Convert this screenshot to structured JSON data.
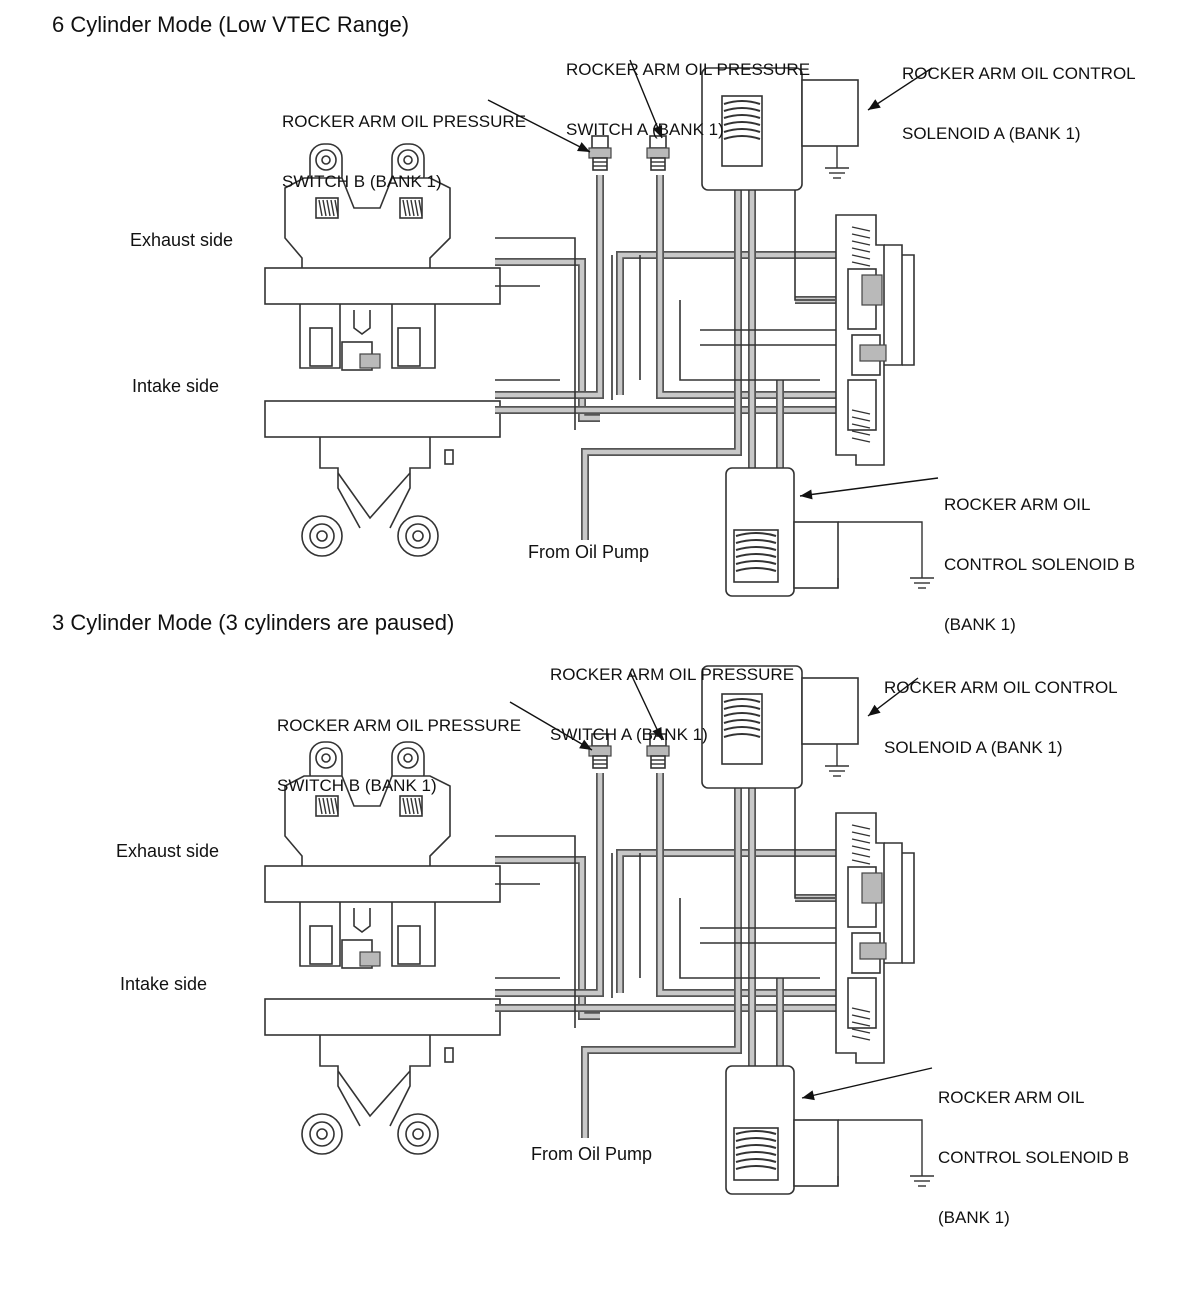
{
  "panels": [
    {
      "title": "6 Cylinder Mode (Low VTEC Range)",
      "labels": {
        "switch_a": [
          "ROCKER ARM OIL PRESSURE",
          "SWITCH A (BANK 1)"
        ],
        "solenoid_a": [
          "ROCKER ARM OIL CONTROL",
          "SOLENOID A (BANK 1)"
        ],
        "switch_b": [
          "ROCKER ARM OIL PRESSURE",
          "SWITCH B (BANK 1)"
        ],
        "solenoid_b": [
          "ROCKER ARM OIL",
          "CONTROL SOLENOID B",
          "(BANK 1)"
        ],
        "exhaust": "Exhaust side",
        "intake": "Intake side",
        "pump": "From Oil Pump"
      }
    },
    {
      "title": "3 Cylinder Mode (3 cylinders are paused)",
      "labels": {
        "switch_a": [
          "ROCKER ARM OIL PRESSURE",
          "SWITCH A (BANK 1)"
        ],
        "solenoid_a": [
          "ROCKER ARM OIL CONTROL",
          "SOLENOID A (BANK 1)"
        ],
        "switch_b": [
          "ROCKER ARM OIL PRESSURE",
          "SWITCH B (BANK 1)"
        ],
        "solenoid_b": [
          "ROCKER ARM OIL",
          "CONTROL SOLENOID B",
          "(BANK 1)"
        ],
        "exhaust": "Exhaust side",
        "intake": "Intake side",
        "pump": "From Oil Pump"
      }
    }
  ],
  "colors": {
    "oil_passage": "#555555",
    "oil_fill": "#c8c8c8",
    "line": "#333333"
  }
}
